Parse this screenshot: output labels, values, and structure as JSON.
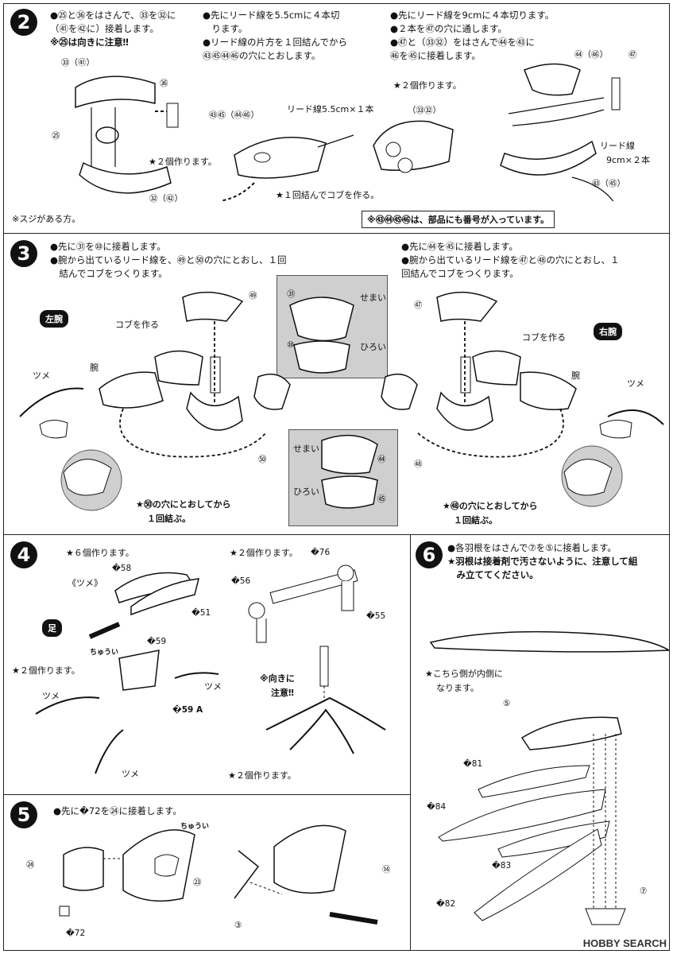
{
  "step2": {
    "number": "2",
    "col1": [
      "●㉕と㊱をはさんで、㉝を㉜に",
      "（㊶を㊷に）接着します。",
      "※㉕は向きに注意‼"
    ],
    "col2": [
      "●先にリード線を5.5cmに４本切",
      "　ります。",
      "●リード線の片方を１回結んでから",
      "㊸㊺㊹㊻の穴にとおします。"
    ],
    "col3": [
      "●先にリード線を9cmに４本切ります。",
      "●２本を㊼の穴に通します。",
      "●㊼と（㉝㉜）をはさんで㊹を㊸に",
      "㊻を㊺に接着します。"
    ],
    "labels": {
      "p33_41": "㉝（㊶）",
      "p80": "㊱",
      "p25": "㉕",
      "make2a": "★２個作ります。",
      "p32_42": "㉜（㊷）",
      "groove": "※スジがある方。",
      "p43_45_44_46": "㊸㊺（㊹㊻）",
      "lead55": "リード線5.5cm×１本",
      "knot": "★１回結んでコブを作る。",
      "p44_46": "㊹（㊻）",
      "p77": "㊼",
      "make2b": "★２個作ります。",
      "p33_32": "（㉝㉜）",
      "lead9": "リード線",
      "lead9b": "9cm×２本",
      "p43_45": "㊸（㊺）",
      "note": "※㊸㊹㊺㊻は、部品にも番号が入っています。"
    }
  },
  "step3": {
    "number": "3",
    "left": [
      "●先に㉛を⑩に接着します。",
      "●腕から出ているリード線を、㊾と㊿の穴にとおし、１回",
      "　結んでコブをつくります。"
    ],
    "right": [
      "●先に㊹を㊺に接着します。",
      "●腕から出ているリード線を㊼と㊽の穴にとおし、１",
      "回結んでコブをつくります。"
    ],
    "labels": {
      "left_arm": "左腕",
      "right_arm": "右腕",
      "kobu_l": "コブを作る",
      "kobu_r": "コブを作る",
      "p49": "㊾",
      "p47": "㊼",
      "p71": "㉛",
      "p70": "⑩",
      "p78": "㊹",
      "p79": "㊺",
      "semai1": "せまい",
      "hiroi1": "ひろい",
      "semai2": "せまい",
      "hiroi2": "ひろい",
      "tsume_l": "ツメ",
      "ude_l": "腕",
      "tsume_r": "ツメ",
      "ude_r": "腕",
      "p50": "㊿",
      "p48": "㊽",
      "through_l": "★㊿の穴にとおしてから",
      "knot_l": "１回結ぶ。",
      "through_r": "★㊽の穴にとおしてから",
      "knot_r": "１回結ぶ。"
    }
  },
  "step4": {
    "number": "4",
    "labels": {
      "make6": "★６個作ります。",
      "tsume_title": "《ツメ》",
      "p58": "�58",
      "p51": "�51",
      "ashi": "足",
      "make2a": "★２個作ります。",
      "p59": "�59",
      "tsume1": "ツメ",
      "tsume2": "ツメ",
      "tsume3": "ツメ",
      "p59a": "�59 A",
      "make2b": "★２個作ります。",
      "p76": "�76",
      "p56": "�56",
      "p55": "�55",
      "orient": "※向きに",
      "orient2": "注意‼",
      "make2c": "★２個作ります。",
      "chuui": "ちゅうい"
    }
  },
  "step5": {
    "number": "5",
    "text": "●先に�72を㉔に接着します。",
    "labels": {
      "p24": "㉔",
      "p23": "㉓",
      "p72": "�72",
      "p3": "③",
      "p14": "⑭",
      "chuui": "ちゅうい"
    }
  },
  "step6": {
    "number": "6",
    "text": [
      "●各羽根をはさんで⑦を⑤に接着します。",
      "★羽根は接着剤で汚さないように、注意して組",
      "　み立ててください。"
    ],
    "labels": {
      "inside": "★こちら側が内側に",
      "inside2": "なります。",
      "p5": "⑤",
      "p81": "�81",
      "p84": "�84",
      "p83": "�83",
      "p82": "�82",
      "p7": "⑦"
    }
  },
  "watermark": "HOBBY SEARCH"
}
